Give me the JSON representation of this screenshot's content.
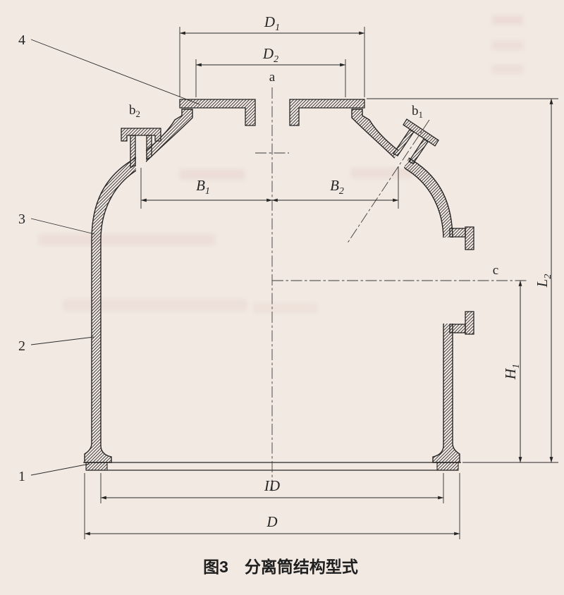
{
  "figure": {
    "caption": "图3　分离筒结构型式"
  },
  "labels": {
    "a": "a",
    "c": "c",
    "D1": {
      "main": "D",
      "sub": "1"
    },
    "D2": {
      "main": "D",
      "sub": "2"
    },
    "B1": {
      "main": "B",
      "sub": "1"
    },
    "B2": {
      "main": "B",
      "sub": "2"
    },
    "b1": {
      "main": "b",
      "sub": "1"
    },
    "b2": {
      "main": "b",
      "sub": "2"
    },
    "L2": {
      "main": "L",
      "sub": "2"
    },
    "H1": {
      "main": "H",
      "sub": "1"
    },
    "ID": "ID",
    "D": "D"
  },
  "parts": {
    "p1": "1",
    "p2": "2",
    "p3": "3",
    "p4": "4"
  },
  "colors": {
    "paper": "#f2e9e3",
    "ink": "#262626",
    "bleedthrough": "#cf9d97"
  }
}
